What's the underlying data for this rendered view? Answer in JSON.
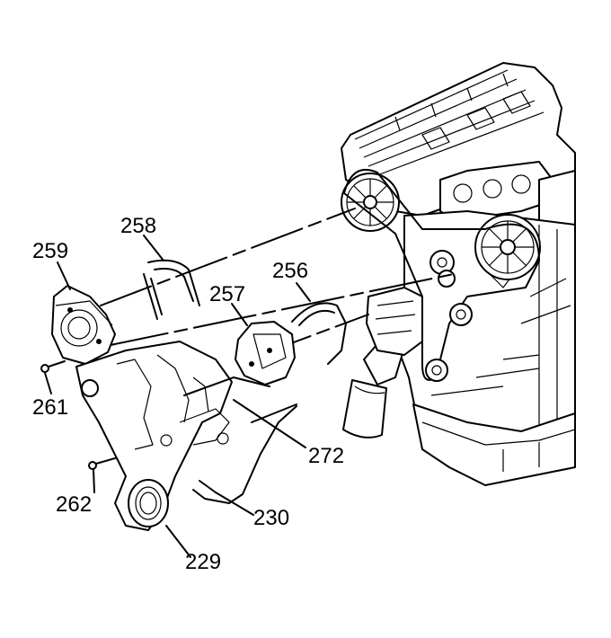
{
  "callouts": {
    "c258": "258",
    "c259": "259",
    "c256": "256",
    "c257": "257",
    "c261": "261",
    "c272": "272",
    "c262": "262",
    "c230": "230",
    "c229": "229"
  }
}
